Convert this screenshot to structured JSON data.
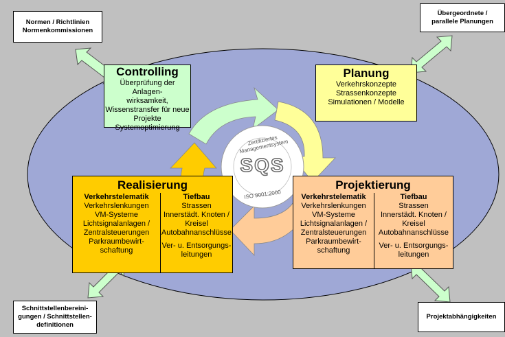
{
  "corner_boxes": {
    "top_left": [
      "Normen / Richtlinien",
      "Normenkommissionen"
    ],
    "top_right": [
      "Übergeordnete /",
      "parallele Planungen"
    ],
    "bottom_left": [
      "Schnittstellenbereini-",
      "gungen / Schnittstellen-",
      "definitionen"
    ],
    "bottom_right": [
      "Projektabhängigkeiten"
    ]
  },
  "controlling": {
    "title": "Controlling",
    "lines": [
      "Überprüfung der Anlagen-",
      "wirksamkeit,",
      "Wissenstransfer für neue",
      "Projekte",
      "Systemoptimierung"
    ]
  },
  "planung": {
    "title": "Planung",
    "lines": [
      "Verkehrskonzepte",
      "Strassenkonzepte",
      "Simulationen / Modelle"
    ]
  },
  "realisierung": {
    "title": "Realisierung",
    "left_head": "Verkehrstelematik",
    "left_lines": [
      "Verkehrslenkungen",
      "VM-Systeme",
      "Lichtsignalanlagen /",
      "Zentralsteuerungen",
      "Parkraumbewirt-",
      "schaftung"
    ],
    "right_head": "Tiefbau",
    "right_lines": [
      "Strassen",
      "Innerstädt. Knoten /",
      "Kreisel",
      "Autobahnanschlüsse",
      "",
      "Ver- u. Entsorgungs-",
      "leitungen"
    ]
  },
  "projektierung": {
    "title": "Projektierung",
    "left_head": "Verkehrstelematik",
    "left_lines": [
      "Verkehrslenkungen",
      "VM-Systeme",
      "Lichtsignalanlagen /",
      "Zentralsteuerungen",
      "Parkraumbewirt-",
      "schaftung"
    ],
    "right_head": "Tiefbau",
    "right_lines": [
      "Strassen",
      "Innerstädt. Knoten /",
      "Kreisel",
      "Autobahnanschlüsse",
      "",
      "Ver- u. Entsorgungs-",
      "leitungen"
    ]
  },
  "seal": {
    "arc_text": "Zertifiziertes Managementsystem",
    "logo": "SQS",
    "iso": "ISO 9001:2000"
  },
  "colors": {
    "background": "#c0c0c0",
    "ellipse": "#9fa8d6",
    "controlling": "#ccffcc",
    "planung": "#ffff99",
    "realisierung": "#ffcc00",
    "projektierung": "#ffcc99",
    "connector": "#ccffcc"
  }
}
